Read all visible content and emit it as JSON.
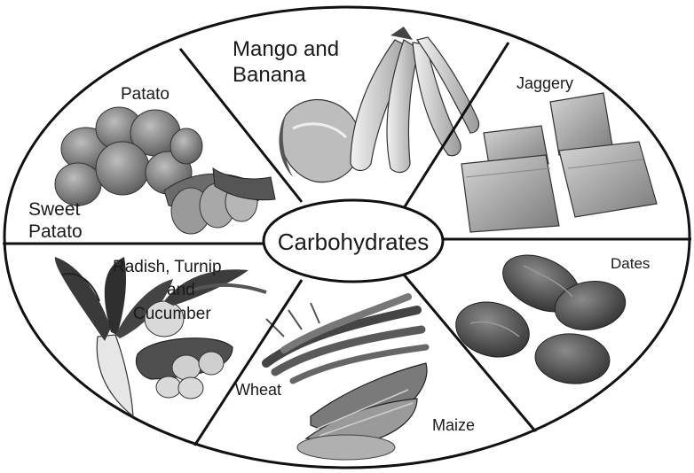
{
  "center": {
    "label": "Carbohydrates"
  },
  "segments": {
    "potato": {
      "label": "Patato"
    },
    "sweet_potato": {
      "line1": "Sweet",
      "line2": "Patato"
    },
    "mango_banana": {
      "line1": "Mango and",
      "line2": "Banana"
    },
    "jaggery": {
      "label": "Jaggery"
    },
    "radish": {
      "line1": "Radish, Turnip",
      "line2": "and",
      "line3": "Cucumber"
    },
    "dates": {
      "label": "Dates"
    },
    "wheat": {
      "label": "Wheat"
    },
    "maize": {
      "label": "Maize"
    }
  },
  "colors": {
    "line": "#111111",
    "food_dark": "#4a4a4a",
    "food_mid": "#8c8c8c",
    "food_light": "#cfcfcf"
  }
}
